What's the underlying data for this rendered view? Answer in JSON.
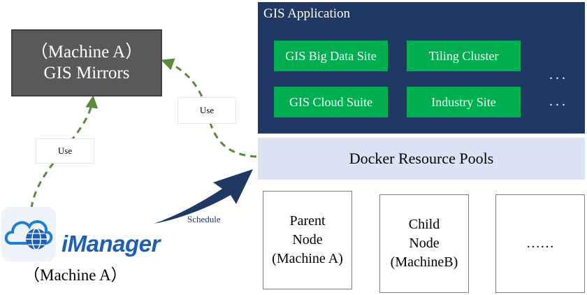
{
  "mirrors": {
    "line1": "（Machine A）",
    "line2": "GIS Mirrors"
  },
  "gis_application": {
    "title": "GIS Application",
    "items": [
      {
        "label": "GIS Big Data Site"
      },
      {
        "label": "Tiling Cluster"
      },
      {
        "label": "GIS Cloud Suite"
      },
      {
        "label": "Industry Site"
      }
    ],
    "more_top": "...",
    "more_bottom": "..."
  },
  "docker": {
    "label": "Docker Resource Pools"
  },
  "nodes": [
    {
      "lines": [
        "Parent",
        "Node",
        "(Machine A)"
      ]
    },
    {
      "lines": [
        "Child",
        "Node",
        "(MachineB)"
      ]
    },
    {
      "lines": [
        "……"
      ]
    }
  ],
  "arrows": {
    "use_left": "Use",
    "use_right": "Use",
    "schedule": "Schedule"
  },
  "imanager": {
    "name": "iManager",
    "caption": "（Machine A）",
    "logo_icon": "cloud-globe-icon"
  },
  "colors": {
    "gis_panel": "#1f3864",
    "green_tile": "#00b050",
    "docker_bg": "#dae3f3",
    "mirrors_bg": "#595959",
    "dashed_arrow": "#5a8a3a",
    "schedule_arrow": "#1f3864",
    "brand_blue": "#1b5fb8"
  }
}
